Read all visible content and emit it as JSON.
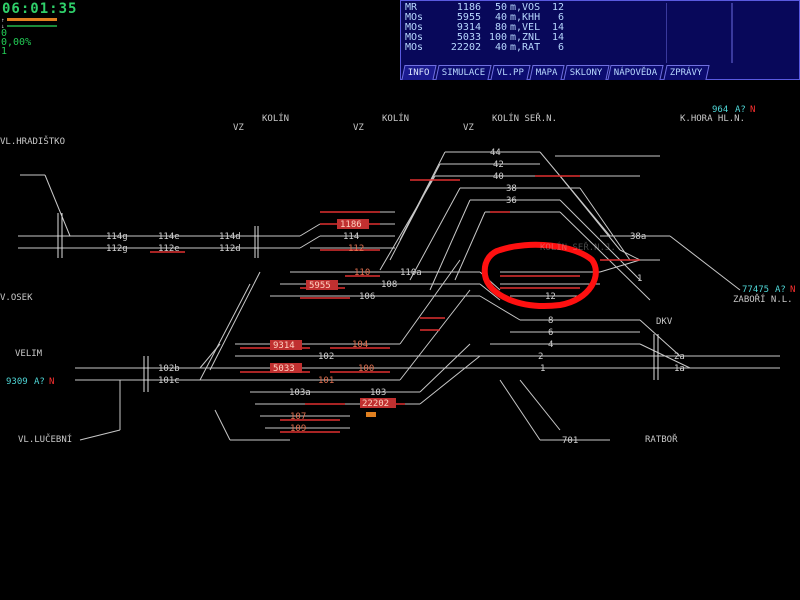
{
  "status": {
    "clock": "06:01:35",
    "line3": "0",
    "line4": "0,00%",
    "line5": "1"
  },
  "train_list": [
    {
      "type": "MR",
      "number": "1186",
      "speed": "50",
      "place": "m,VOS",
      "track": "12"
    },
    {
      "type": "MOs",
      "number": "5955",
      "speed": "40",
      "place": "m,KHH",
      "track": "6"
    },
    {
      "type": "MOs",
      "number": "9314",
      "speed": "80",
      "place": "m,VEL",
      "track": "14"
    },
    {
      "type": "MOs",
      "number": "5033",
      "speed": "100",
      "place": "m,ZNL",
      "track": "14"
    },
    {
      "type": "MOs",
      "number": "22202",
      "speed": "40",
      "place": "m,RAT",
      "track": "6"
    }
  ],
  "tabs": [
    "INFO",
    "SIMULACE",
    "VL.PP",
    "MAPA",
    "SKLONY",
    "NÁPOVĚDA",
    "ZPRÁVY"
  ],
  "stations": {
    "kolin1": "KOLÍN",
    "kolin2": "KOLÍN",
    "kolin_sez": "KOLÍN SEŘ.N.",
    "khora": "K.HORA HL.N.",
    "vlhrad": "VL.HRADIŠTKO",
    "vosek": "V.OSEK",
    "velim": "VELIM",
    "vllucebni": "VL.LUČEBNÍ",
    "zabori": "ZABOŘÍ N.L.",
    "ratbor": "RATBOŘ",
    "dkv": "DKV",
    "vz1": "VZ",
    "vz2": "VZ",
    "vz3": "VZ",
    "kolin_partial": "KOLÍN SEŘ.N.J."
  },
  "neighbors": {
    "n964": "964",
    "n964_a": "A?",
    "n964_n": "N",
    "n77475": "77475",
    "n77475_a": "A?",
    "n77475_n": "N",
    "n9309": "9309",
    "n9309_a": "A?",
    "n9309_n": "N"
  },
  "tracks": {
    "t44": "44",
    "t42": "42",
    "t40": "40",
    "t38": "38",
    "t36": "36",
    "t38a": "38a",
    "t12": "12",
    "t8": "8",
    "t6": "6",
    "t4": "4",
    "t2": "2",
    "t1": "1",
    "t2a": "2a",
    "t1a": "1a",
    "t701": "701",
    "t114g": "114g",
    "t112g": "112g",
    "t114e": "114e",
    "t112e": "112e",
    "t114d": "114d",
    "t112d": "112d",
    "t114": "114",
    "t112": "112",
    "t110": "110",
    "t110a": "110a",
    "t108": "108",
    "t106": "106",
    "t104": "104",
    "t102": "102",
    "t100": "100",
    "t101": "101",
    "t103": "103",
    "t103a": "103a",
    "t102b": "102b",
    "t101c": "101c",
    "t107": "107",
    "t109": "109",
    "t1r": "1"
  },
  "trains_on_map": {
    "tr1186": "1186",
    "tr5955": "5955",
    "tr9314": "9314",
    "tr5033": "5033",
    "tr22202": "22202"
  },
  "colors": {
    "track": "#c8c8c8",
    "occupied": "#e03030",
    "highlight_circle": "#ff1010",
    "panel_bg": "#08085a"
  }
}
